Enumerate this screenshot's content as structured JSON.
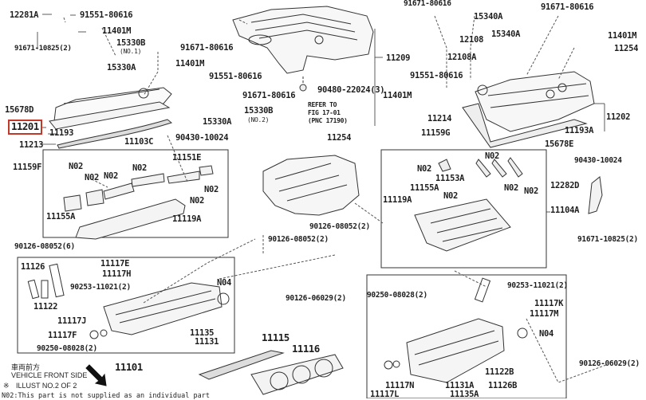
{
  "diagram": {
    "title": "Cylinder Head / Valve Cover Parts Diagram",
    "highlighted_part": "11201",
    "highlight_color": "#c0392b",
    "labels": {
      "p12281A": "12281A",
      "p91551_80616_a": "91551-80616",
      "p11401M_a": "11401M",
      "p91671_10825_a": "91671-10825(2)",
      "p15330B_no1": "15330B",
      "p15330B_no1_sub": "(NO.1)",
      "p91671_80616_a": "91671-80616",
      "p15330A_a": "15330A",
      "p11401M_b": "11401M",
      "p91551_80616_b": "91551-80616",
      "p15678D": "15678D",
      "p11201": "11201",
      "p11193": "11193",
      "p91671_80616_b": "91671-80616",
      "p15330B_no2": "15330B",
      "p15330B_no2_sub": "(NO.2)",
      "p15330A_b": "15330A",
      "p11213": "11213",
      "p90430_10024_a": "90430-10024",
      "p11103C": "11103C",
      "p11159F": "11159F",
      "p11151E": "11151E",
      "p11155A_a": "11155A",
      "p11119A_a": "11119A",
      "p90126_08052_6": "90126-08052(6)",
      "p11209": "11209",
      "p90480_22024": "90480-22024(3)",
      "refer_line1": "REFER TO",
      "refer_line2": "FIG 17-01",
      "refer_line3": "(PNC 17190)",
      "p11254_a": "11254",
      "p90126_08052_2a": "90126-08052(2)",
      "p90126_08052_2b": "90126-08052(2)",
      "p91671_80616_c": "91671-80616",
      "p15340A_a": "15340A",
      "p12108": "12108",
      "p15340A_b": "15340A",
      "p12108A": "12108A",
      "p91671_80616_d": "91671-80616",
      "p91551_80616_c": "91551-80616",
      "p11401M_c": "11401M",
      "p11401M_d": "11401M",
      "p11254_b": "11254",
      "p11214": "11214",
      "p11159G": "11159G",
      "p11202": "11202",
      "p11193A": "11193A",
      "p15678E": "15678E",
      "p90430_10024_b": "90430-10024",
      "p11153A": "11153A",
      "p11155A_b": "11155A",
      "p11119A_b": "11119A",
      "p11104A": "11104A",
      "p12282D": "12282D",
      "p91671_10825_b": "91671-10825(2)",
      "p11126": "11126",
      "p11122": "11122",
      "p11117E": "11117E",
      "p11117H": "11117H",
      "p90253_11021_a": "90253-11021(2)",
      "pN04_a": "N04",
      "p11117J": "11117J",
      "p11117F": "11117F",
      "p90250_08028_a": "90250-08028(2)",
      "p11135": "11135",
      "p11131": "11131",
      "p11101": "11101",
      "p90126_06029_a": "90126-06029(2)",
      "p11115": "11115",
      "p11116": "11116",
      "p90250_08028_b": "90250-08028(2)",
      "p11117N": "11117N",
      "p11117L": "11117L",
      "p90253_11021_b": "90253-11021(2)",
      "p11117K": "11117K",
      "p11117M": "11117M",
      "pN04_b": "N04",
      "p90126_06029_b": "90126-06029(2)",
      "p11122B": "11122B",
      "p11126B": "11126B",
      "p11131A": "11131A",
      "p11135A": "11135A",
      "n02": "N02"
    },
    "notes": {
      "front_jp": "車両前方",
      "front_en": "VEHICLE FRONT SIDE",
      "illust_mark": "※",
      "illust": "ILLUST NO.2 OF 2",
      "n02_note": "N02:This part is not supplied as an individual part"
    }
  }
}
